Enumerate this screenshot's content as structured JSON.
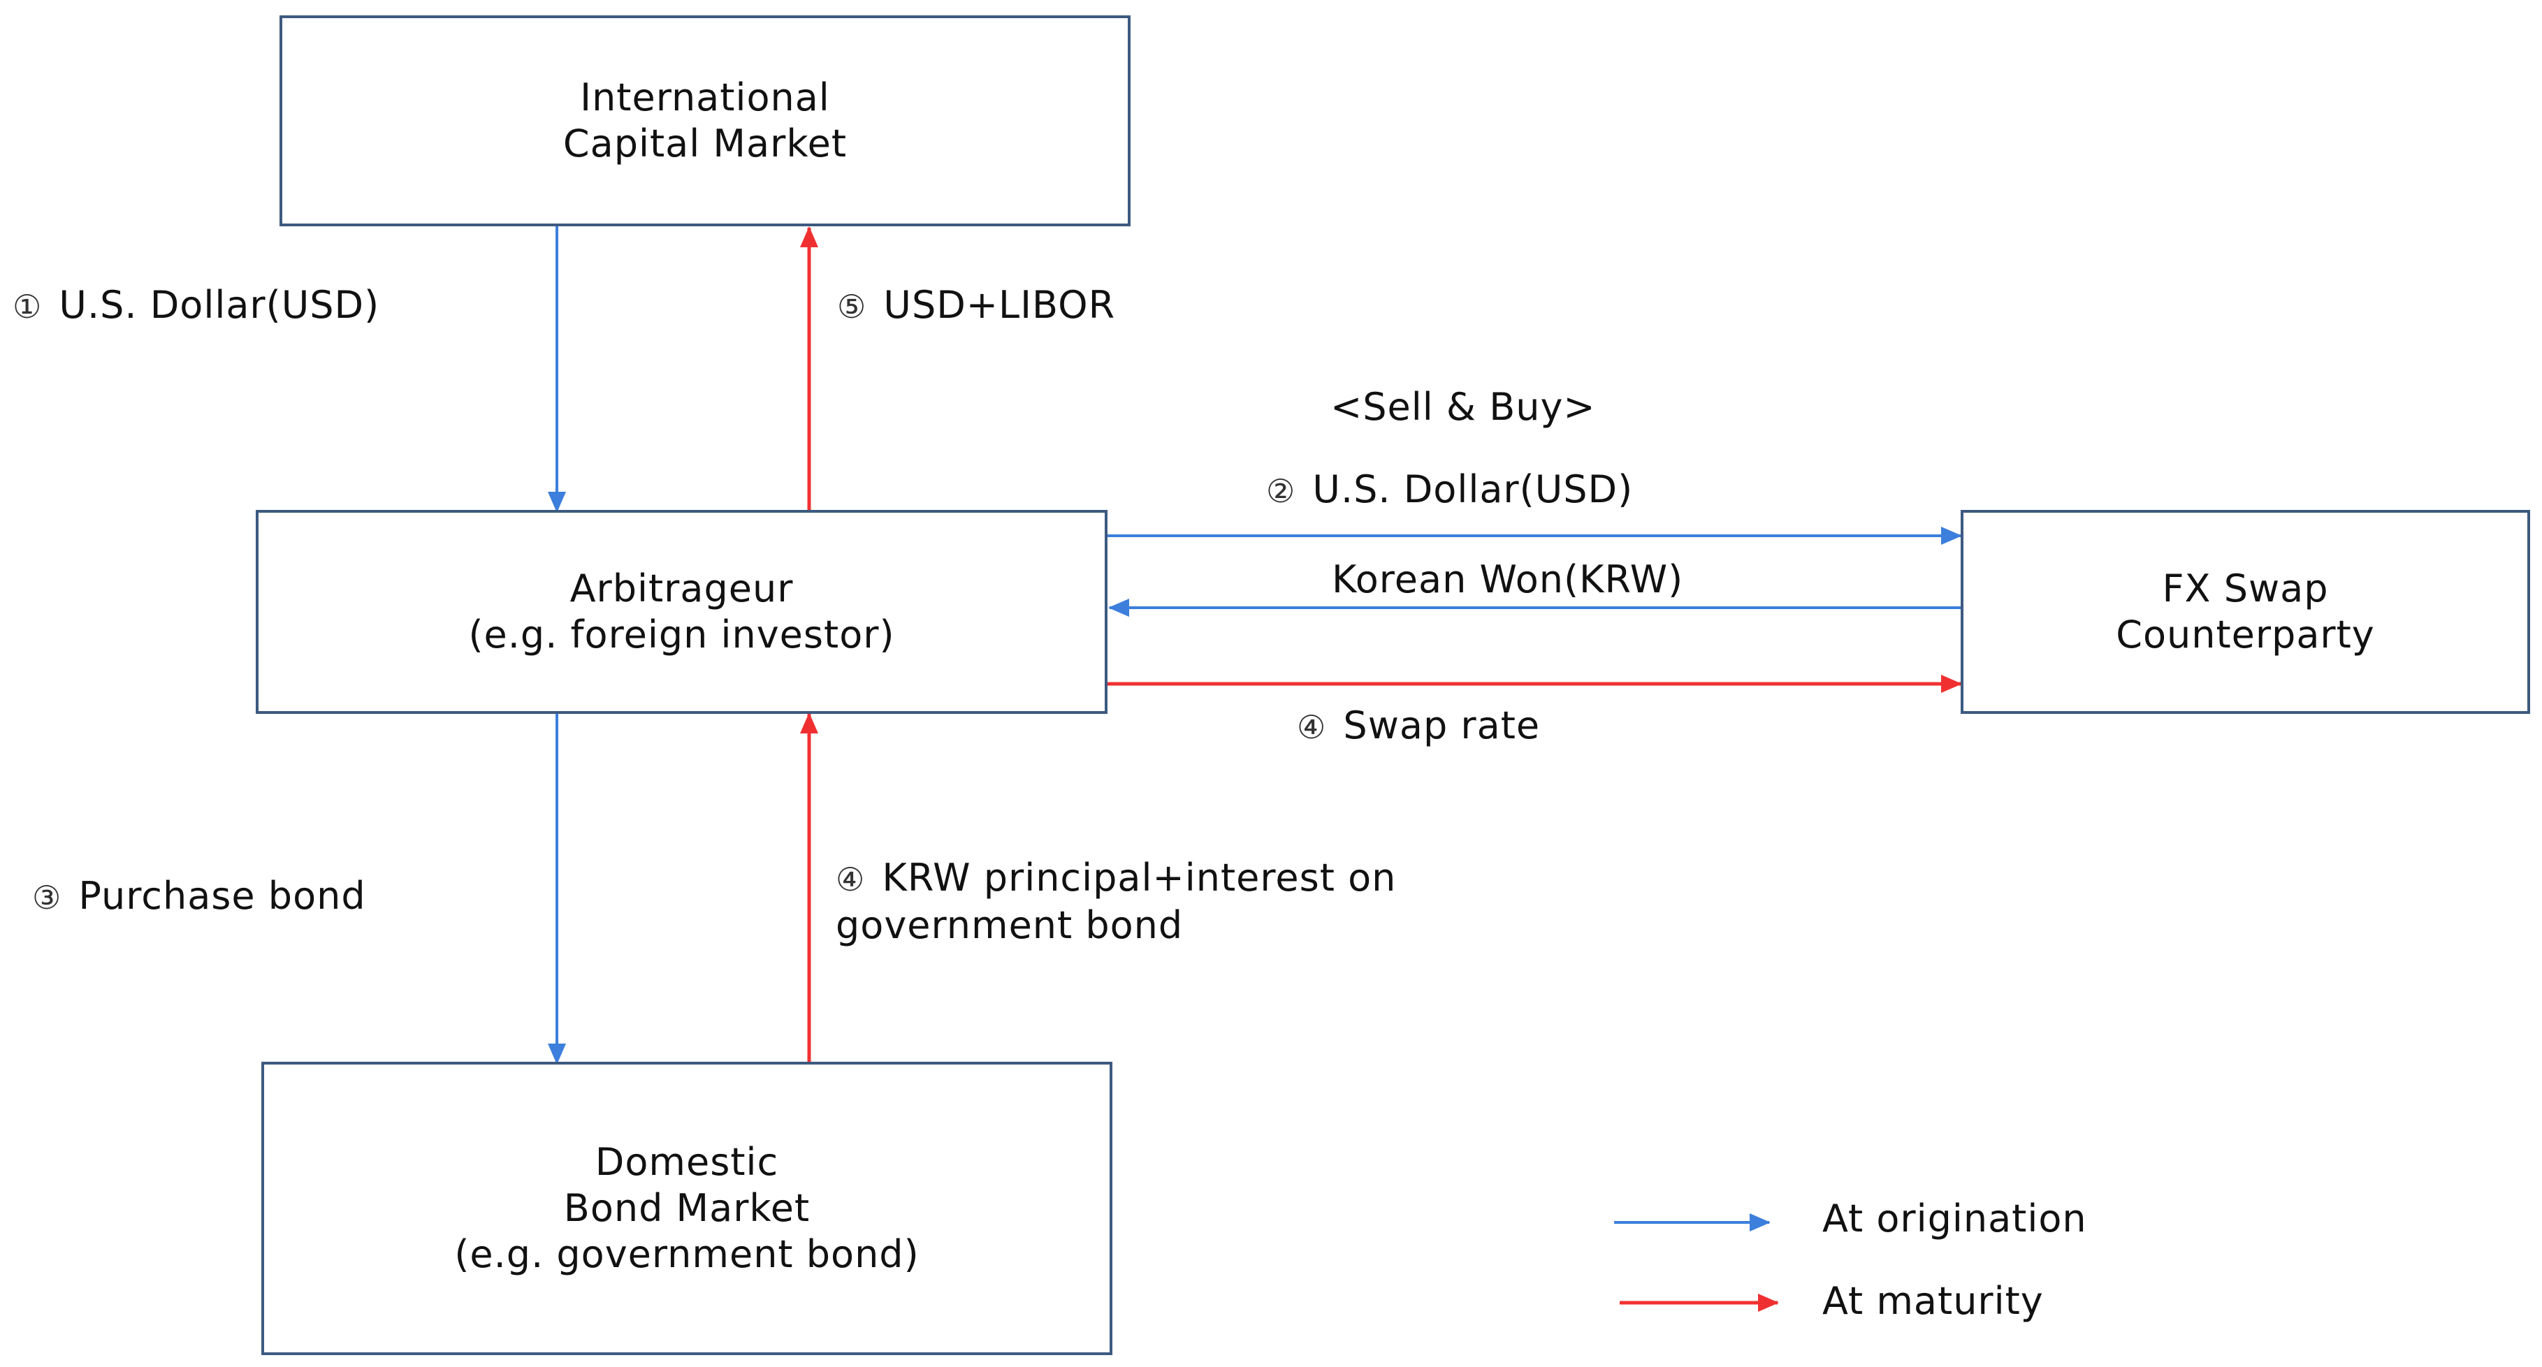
{
  "colors": {
    "origination": "#3c7fdc",
    "maturity": "#f03030",
    "box_border": "#3d5a80"
  },
  "boxes": {
    "international": {
      "line1": "International",
      "line2": "Capital Market"
    },
    "arbitrageur": {
      "line1": "Arbitrageur",
      "line2": "(e.g. foreign investor)"
    },
    "fxswap": {
      "line1": "FX Swap",
      "line2": "Counterparty"
    },
    "domestic": {
      "line1": "Domestic",
      "line2": "Bond Market",
      "line3": "(e.g. government bond)"
    }
  },
  "labels": {
    "step1": {
      "num": "①",
      "text": "U.S. Dollar(USD)"
    },
    "step5": {
      "num": "⑤",
      "text": "USD+LIBOR"
    },
    "sell_buy": "<Sell & Buy>",
    "step2": {
      "num": "②",
      "text": "U.S. Dollar(USD)"
    },
    "korean_won": "Korean Won(KRW)",
    "step4_swap": {
      "num": "④",
      "text": "Swap rate"
    },
    "step3": {
      "num": "③",
      "text": "Purchase bond"
    },
    "step4_krw": {
      "num": "④",
      "line1": "KRW principal+interest on",
      "line2": "government bond"
    }
  },
  "legend": {
    "origination": "At origination",
    "maturity": "At maturity"
  }
}
